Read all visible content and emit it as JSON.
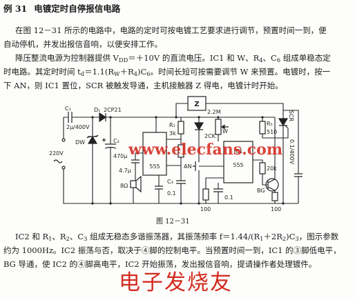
{
  "heading": {
    "example_no": "例 31",
    "title": "电镀定时自停报信电路"
  },
  "text_above_figure": [
    {
      "lines": [
        [
          "在图 12－31 所示的电路中，电路的定时可按电镀工艺要求进行调节，预置时间一到，便"
        ],
        [
          "自动停机，并发出报信音响，以便安排工作。"
        ]
      ]
    },
    {
      "lines": [
        [
          "降压整流电源为控制器提供 V",
          {
            "sub": "DD"
          },
          "＝＋10V 的直流电压。IC1 和 W、R",
          {
            "sub": "4"
          },
          "、C",
          {
            "sub": "6"
          },
          " 组成单稳态定"
        ],
        [
          "时电路。其定时时间 t",
          {
            "sub": "d"
          },
          "＝1.1(R",
          {
            "sub": "W"
          },
          "＋R",
          {
            "sub": "4"
          },
          ")C",
          {
            "sub": "6"
          },
          "。时间长短可按需要调节 W 来预置。电镀时，按一"
        ],
        [
          "下 AN，则 IC1 置位，SCR 被触发导通，主机接触器 Z 得电，电镀计时开始。"
        ]
      ]
    }
  ],
  "figure": {
    "caption": "图 12－31",
    "labels": {
      "c1": "C₁",
      "c1_value": "2μ/400V",
      "d1": "D₁",
      "d1_model": "2CP21",
      "dw": "DW",
      "mains": "220V",
      "c2": "C₂",
      "c2_value": "470μ",
      "c4_value": "4.7μ",
      "speaker_value": "8Ω",
      "ic2_type": "555",
      "r1": "R₁",
      "r1_value": "3k",
      "c3": "C₃",
      "c3_value": "0.1",
      "relay": "Z",
      "w_value": "2.2M",
      "w": "W",
      "diode_2ck": "2CK",
      "button": "AN",
      "ic1": "IC1",
      "ic1_type": "555",
      "c6_value": "0.1",
      "r4_value": "100",
      "r5": "R₅",
      "r5_value": "510",
      "scr": "SCR",
      "r_20k": "20k",
      "bg": "BG",
      "r6_value": "100",
      "c7_value": "0.1/400V"
    }
  },
  "text_below_figure": [
    {
      "lines": [
        [
          "IC2 和 R",
          {
            "sub": "1"
          },
          "、R",
          {
            "sub": "2"
          },
          "、C",
          {
            "sub": "3"
          },
          " 组成无稳态多谐振荡器，其振荡频率 f＝1.44/(R",
          {
            "sub": "1"
          },
          "＋2R",
          {
            "sub": "2"
          },
          ")C",
          {
            "sub": "3"
          },
          "，图示参数"
        ],
        [
          "约为 1000Hz。IC2 振荡与否，取决于④脚的控制电平。当预置时间一到，IC1 的③脚低电平，"
        ],
        [
          "BG 导通，使 IC2 的④脚高电平，IC2 开始振荡，发出报信音响，提请操作者处理镀件。"
        ]
      ]
    }
  ],
  "watermarks": {
    "url": "www.elecfans.com",
    "brand": "电子发烧友"
  },
  "colors": {
    "paper": "#fdfdfb",
    "text": "#1b1b1b",
    "schematic_ink": "#222222",
    "watermark": "#d42a1f"
  }
}
